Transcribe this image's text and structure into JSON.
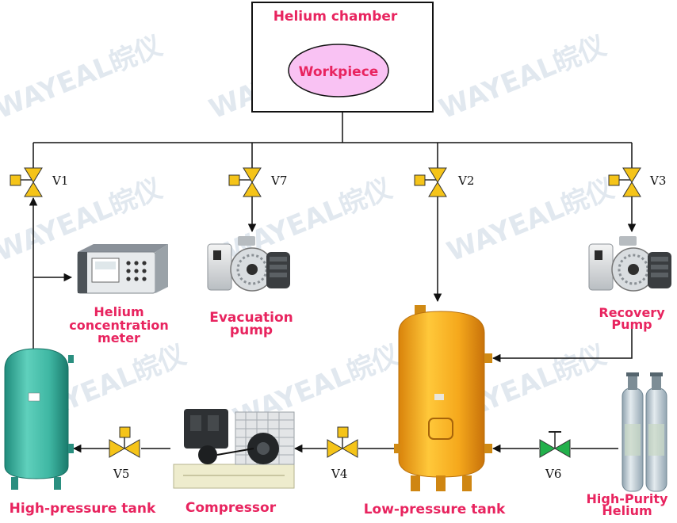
{
  "title": "Helium chamber",
  "workpiece": "Workpiece",
  "watermark": "WAYEAL皖仪",
  "valves": {
    "v1": "V1",
    "v2": "V2",
    "v3": "V3",
    "v4": "V4",
    "v5": "V5",
    "v6": "V6",
    "v7": "V7"
  },
  "labels": {
    "meter_1": "Helium",
    "meter_2": "concentration",
    "meter_3": "meter",
    "evac_1": "Evacuation",
    "evac_2": "pump",
    "recovery_1": "Recovery",
    "recovery_2": "Pump",
    "hp_tank": "High-pressure tank",
    "compressor": "Compressor",
    "lp_tank": "Low-pressure tank",
    "hp_helium_1": "High-Purity",
    "hp_helium_2": "Helium"
  },
  "colors": {
    "label": "#e8245f",
    "valve_body": "#f5c419",
    "valve_v6": "#22b04b",
    "workpiece_fill": "#f9c2f3",
    "lp_tank": "#f5a81c",
    "hp_tank": "#3fb7a3"
  }
}
